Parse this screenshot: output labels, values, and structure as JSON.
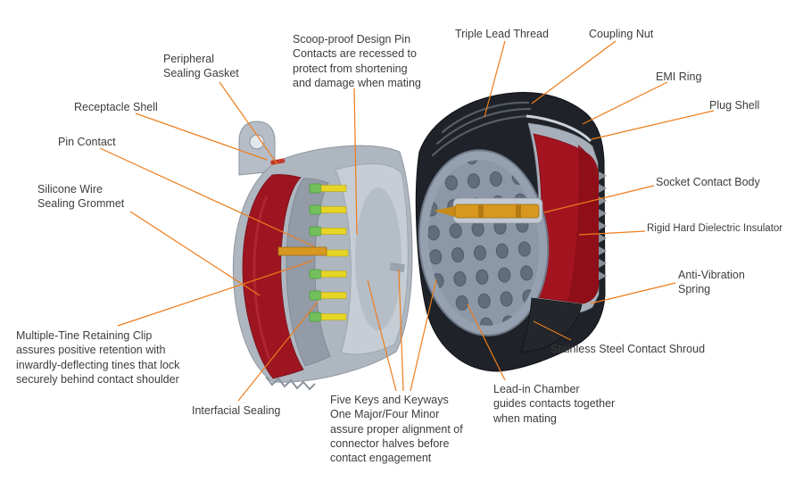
{
  "palette": {
    "leader_line": "#ED7C1B",
    "label_text": "#3C3C3C",
    "grommet_red": "#9C1520",
    "insulator_red": "#A31420",
    "shell_gray": "#AEB6C0",
    "face_gray": "#8C98A8",
    "coupling_nut_black": "#1F2329",
    "pin_yellow": "#E7D525",
    "clip_green": "#72BF5B",
    "contact_gold": "#D8971F"
  },
  "diagram": {
    "labels": [
      {
        "id": "peripheral-sealing-gasket",
        "text": "Peripheral\nSealing Gasket"
      },
      {
        "id": "receptacle-shell",
        "text": "Receptacle Shell"
      },
      {
        "id": "pin-contact",
        "text": "Pin Contact"
      },
      {
        "id": "silicone-wire-sealing-grommet",
        "text": "Silicone Wire\nSealing Grommet"
      },
      {
        "id": "multiple-tine-retaining-clip",
        "text": "Multiple-Tine Retaining Clip\nassures positive retention with\ninwardly-deflecting tines that lock\nsecurely behind contact shoulder"
      },
      {
        "id": "interfacial-sealing",
        "text": "Interfacial Sealing"
      },
      {
        "id": "scoop-proof-design",
        "text": "Scoop-proof Design Pin\nContacts are recessed to\nprotect from shortening\nand damage when mating"
      },
      {
        "id": "five-keys-and-keyways",
        "text": "Five Keys and Keyways\nOne Major/Four Minor\nassure proper alignment of\nconnector halves before\ncontact engagement"
      },
      {
        "id": "triple-lead-thread",
        "text": "Triple Lead Thread"
      },
      {
        "id": "coupling-nut",
        "text": "Coupling Nut"
      },
      {
        "id": "emi-ring",
        "text": "EMI Ring"
      },
      {
        "id": "plug-shell",
        "text": "Plug Shell"
      },
      {
        "id": "socket-contact-body",
        "text": "Socket Contact Body"
      },
      {
        "id": "rigid-hard-dielectric-insulator",
        "text": "Rigid Hard Dielectric Insulator"
      },
      {
        "id": "anti-vibration-spring",
        "text": "Anti-Vibration\nSpring"
      },
      {
        "id": "stainless-steel-contact-shroud",
        "text": "Stainless Steel Contact Shroud"
      },
      {
        "id": "lead-in-chamber",
        "text": "Lead-in Chamber\nguides contacts together\nwhen mating"
      }
    ]
  }
}
